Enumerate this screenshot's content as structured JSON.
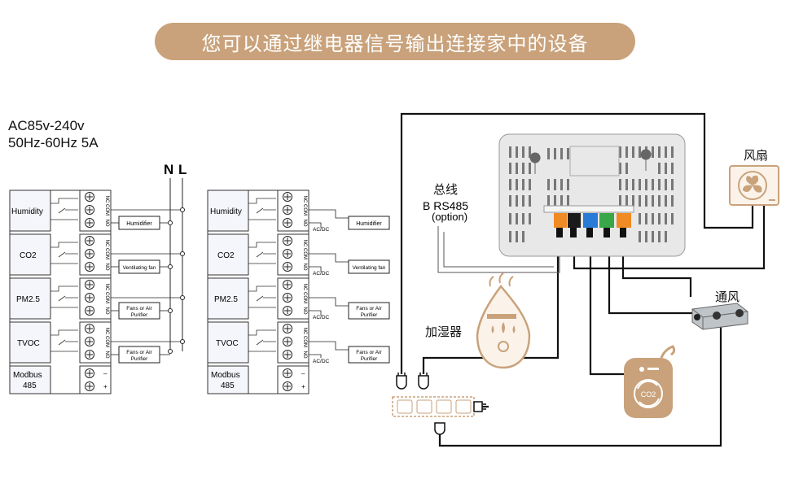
{
  "title": "您可以通过继电器信号输出连接家中的设备",
  "power": {
    "line1": "AC85v-240v",
    "line2": "50Hz-60Hz  5A",
    "n": "N",
    "l": "L"
  },
  "sensors": [
    {
      "name": "Humidity",
      "device_left": "Humidifier",
      "device_right": "Humidifier"
    },
    {
      "name": "CO2",
      "device_left": "Ventilating fan",
      "device_right": "Ventilating fan"
    },
    {
      "name": "PM2.5",
      "device_left": "Fans or Air Purifier",
      "device_right": "Fans or Air Purifier"
    },
    {
      "name": "TVOC",
      "device_left": "Fans or Air Purifier",
      "device_right": "Fans or Air Purifier"
    }
  ],
  "modbus": {
    "label1": "Modbus",
    "label2": "485",
    "minus": "–",
    "plus": "+"
  },
  "terminals": {
    "nc": "NC",
    "com": "COM",
    "no": "NO"
  },
  "acdc": "AC/DC",
  "right": {
    "bus": "总线",
    "bus_b": "B RS485",
    "bus_option": "(option)",
    "fan": "风扇",
    "vent": "通风",
    "humidifier": "加湿器",
    "co2": "CO2"
  },
  "colors": {
    "banner": "#c9a27b",
    "icon": "#c9a27b",
    "orange": "#f08a24",
    "blue": "#2a7bd6",
    "green": "#3aa64a"
  }
}
